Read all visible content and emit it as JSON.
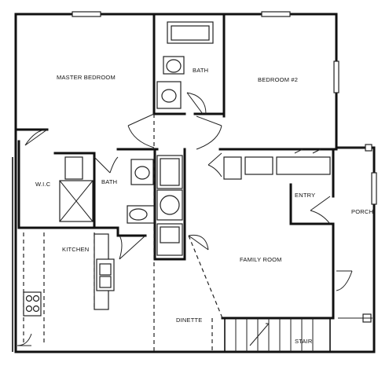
{
  "rooms": {
    "master_bedroom": "MASTER BEDROOM",
    "bath_upper": "BATH",
    "bedroom2": "BEDROOM #2",
    "wic": "W.I.C",
    "bath_lower": "BATH",
    "entry": "ENTRY",
    "porch": "PORCH",
    "kitchen": "KITCHEN",
    "family_room": "FAMILY ROOM",
    "dinette": "DINETTE",
    "stair": "STAIR"
  }
}
